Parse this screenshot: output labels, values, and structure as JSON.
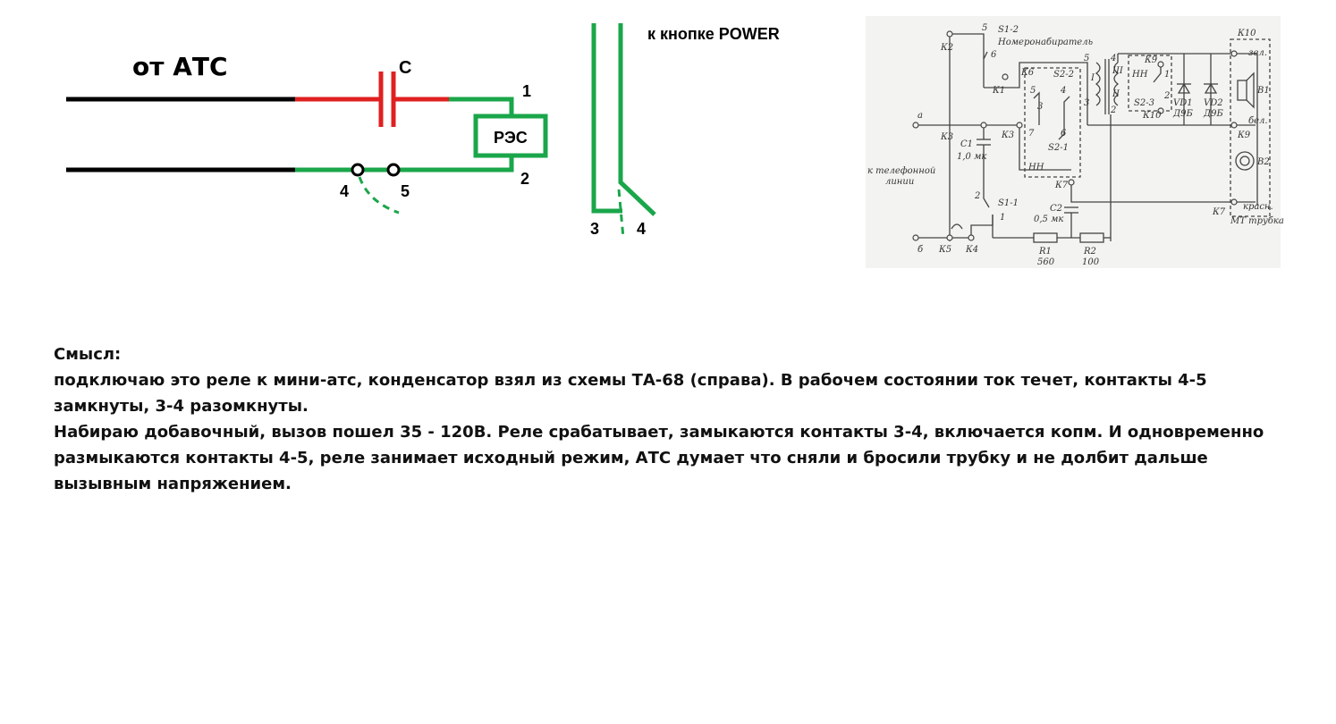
{
  "diagram": {
    "source_label": "от АТС",
    "capacitor_label": "С",
    "relay_label": "РЭС",
    "relay_terminals": [
      "1",
      "2"
    ],
    "line_contacts": [
      "4",
      "5"
    ],
    "power_label": "к кнопке POWER",
    "power_contacts": [
      "3",
      "4"
    ],
    "colors": {
      "wire": "#1aa64a",
      "capacitor": "#e02020",
      "line": "#000000"
    }
  },
  "schematic": {
    "labels": {
      "k2": "К2",
      "s12": "S1-2",
      "num": "Номеронабиратель",
      "k10top": "К10",
      "k6": "К6",
      "s22": "S2-2",
      "k9a": "К9",
      "nn1": "НН",
      "k1": "К1",
      "k3a": "К3",
      "k3b": "К3",
      "s21": "S2-1",
      "nn2": "НН",
      "s23": "S2-3",
      "k10b": "К10",
      "vd1": "VD1",
      "d9b1": "Д9Б",
      "vd2": "VD2",
      "d9b2": "Д9Б",
      "zel": "зел.",
      "b1": "В1",
      "bel": "бел.",
      "k9b": "К9",
      "b2": "В2",
      "k7a": "К7",
      "k7b": "К7",
      "krasn": "красн.",
      "mt": "МТ трубка",
      "c1": "С1",
      "c1v": "1,0 мк",
      "c2": "С2",
      "c2v": "0,5 мк",
      "kline1": "к телефонной",
      "kline2": "линии",
      "s11": "S1-1",
      "k5": "К5",
      "k4": "К4",
      "r1": "R1",
      "r1v": "560",
      "r2": "R2",
      "r2v": "100",
      "a": "а",
      "b": "б",
      "p5": "5",
      "p6": "6",
      "p4": "4",
      "p3": "3",
      "p7": "7",
      "p2": "2",
      "p1": "1",
      "t4": "4",
      "t1": "I",
      "t5": "5",
      "t3": "3",
      "t4b": "4",
      "tIII": "III",
      "tII": "II",
      "t2": "2",
      "n1": "1",
      "n2": "2"
    }
  },
  "note": {
    "heading": "Смысл:",
    "paragraphs": [
      "подключаю это реле к мини-атс, конденсатор взял из схемы ТА-68 (справа). В рабочем состоянии ток течет, контакты 4-5 замкнуты, 3-4 разомкнуты.",
      "Набираю добавочный, вызов пошел 35 - 120В. Реле срабатывает, замыкаются контакты 3-4, включается копм. И одновременно размыкаются контакты 4-5, реле занимает исходный режим, АТС думает что сняли и бросили трубку и не долбит дальше вызывным напряжением."
    ]
  }
}
